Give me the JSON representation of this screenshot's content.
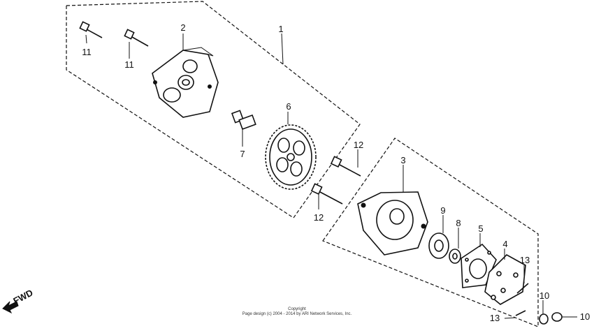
{
  "callouts": [
    {
      "id": "1",
      "label": "1"
    },
    {
      "id": "2",
      "label": "2"
    },
    {
      "id": "3",
      "label": "3"
    },
    {
      "id": "4",
      "label": "4"
    },
    {
      "id": "5",
      "label": "5"
    },
    {
      "id": "6",
      "label": "6"
    },
    {
      "id": "7",
      "label": "7"
    },
    {
      "id": "8",
      "label": "8"
    },
    {
      "id": "9",
      "label": "9"
    },
    {
      "id": "10a",
      "label": "10"
    },
    {
      "id": "10b",
      "label": "10"
    },
    {
      "id": "11a",
      "label": "11"
    },
    {
      "id": "11b",
      "label": "11"
    },
    {
      "id": "12a",
      "label": "12"
    },
    {
      "id": "12b",
      "label": "12"
    },
    {
      "id": "13a",
      "label": "13"
    },
    {
      "id": "13b",
      "label": "13"
    }
  ],
  "fwd_label": "FWD",
  "copyright": {
    "line1": "Copyright",
    "line2": "Page design (c) 2004 - 2014 by ARI Network Services, Inc."
  }
}
